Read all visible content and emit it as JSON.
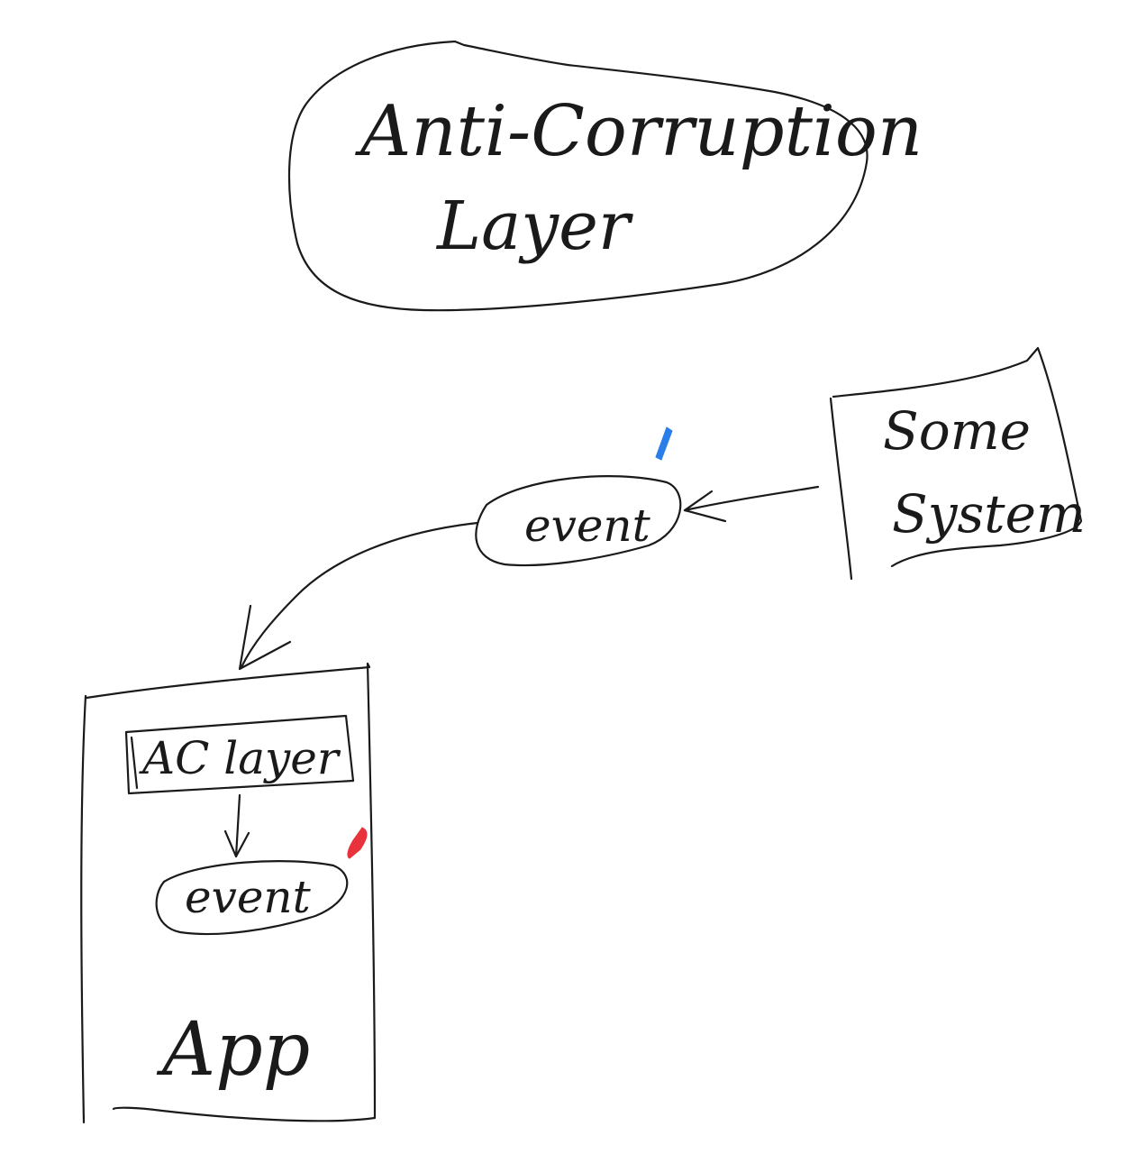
{
  "diagram": {
    "title": {
      "line1": "Anti-Corruption",
      "line2": "Layer"
    },
    "external_system": {
      "line1": "Some",
      "line2": "System"
    },
    "external_event": "event",
    "app": {
      "label": "App",
      "ac_layer": "AC layer",
      "internal_event": "event"
    },
    "marks": {
      "blue_mark_color": "#2b7de9",
      "red_mark_color": "#e8323c"
    }
  }
}
